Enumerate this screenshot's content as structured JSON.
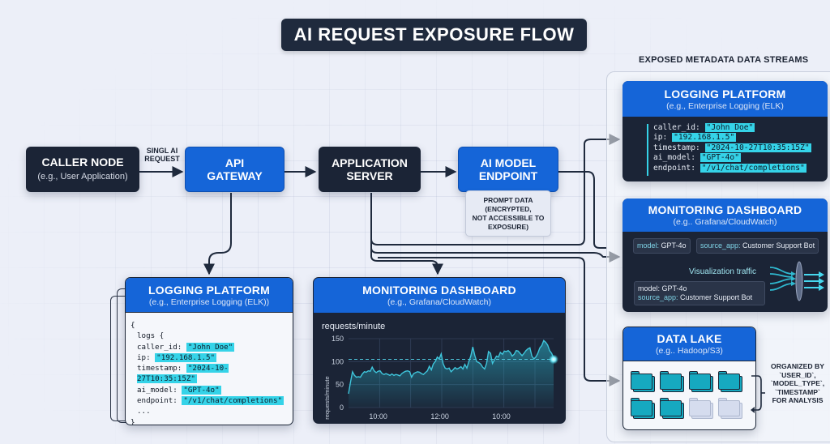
{
  "title": "AI REQUEST EXPOSURE FLOW",
  "flow": {
    "caller": {
      "title": "CALLER NODE",
      "subtitle": "(e.g., User Application)"
    },
    "edge_label": [
      "SINGL AI",
      "REQUEST"
    ],
    "gateway": {
      "line1": "API",
      "line2": "GATEWAY"
    },
    "app_server": {
      "line1": "APPLICATION",
      "line2": "SERVER"
    },
    "model_endpoint": {
      "line1": "AI MODEL",
      "line2": "ENDPOINT"
    },
    "prompt_note": [
      "PROMPT DATA",
      "(ENCRYPTED,",
      "NOT ACCESSIBLE TO",
      "EXPOSURE)"
    ]
  },
  "logging_left": {
    "title": "LOGGING PLATFORM",
    "subtitle": "(e.g., Enterprise Logging (ELK))",
    "open_brace": "{",
    "logs_open": "logs {",
    "fields": [
      {
        "key": "caller_id:",
        "value": "\"John Doe\""
      },
      {
        "key": "ip:",
        "value": "\"192.168.1.5\""
      },
      {
        "key": "timestamp:",
        "value": "\"2024-10-27T10:35:15Z\""
      },
      {
        "key": "ai_model:",
        "value": "\"GPT-4o\""
      },
      {
        "key": "endpoint:",
        "value": "\"/v1/chat/completions\""
      }
    ],
    "ellipsis": "...",
    "close_brace": "}"
  },
  "monitoring_center": {
    "title": "MONITORING DASHBOARD",
    "subtitle": "(e.g., Grafana/CloudWatch)"
  },
  "chart_data": {
    "type": "line",
    "title": "requests/minute",
    "ylabel": "requests/minute",
    "xlabel": "",
    "ylim": [
      0,
      150
    ],
    "yticks": [
      0,
      50,
      100,
      150
    ],
    "xtick_labels": [
      "10:00",
      "12:00",
      "10:00"
    ],
    "xtick_positions": [
      0.145,
      0.445,
      0.745
    ],
    "threshold": 105,
    "grid": true,
    "series": [
      {
        "name": "requests/minute",
        "values": [
          30,
          55,
          78,
          70,
          66,
          67,
          66,
          73,
          78,
          77,
          80,
          79,
          88,
          80,
          76,
          79,
          80,
          74,
          72,
          74,
          72,
          70,
          73,
          70,
          72,
          71,
          69,
          74,
          77,
          79,
          80,
          78,
          66,
          74,
          76,
          78,
          77,
          74,
          72,
          76,
          80,
          90,
          82,
          95,
          100,
          110,
          106,
          117,
          95,
          86,
          84,
          86,
          78,
          82,
          87,
          84,
          86,
          89,
          84,
          94,
          86,
          100,
          112,
          132,
          114,
          100,
          98,
          95,
          88,
          84,
          96,
          122,
          118,
          96,
          104,
          112,
          110,
          120,
          116,
          123,
          122,
          124,
          120,
          112,
          116,
          124,
          123,
          118,
          113,
          118,
          124,
          128,
          130,
          112,
          106,
          110,
          118,
          130,
          135,
          146,
          142,
          136,
          124,
          118,
          108
        ]
      }
    ]
  },
  "streams": {
    "title": "EXPOSED METADATA DATA STREAMS",
    "logging": {
      "title": "LOGGING PLATFORM",
      "subtitle": "(e.g., Enterprise Logging (ELK)",
      "fields": [
        {
          "key": "caller_id:",
          "value": "\"John Doe\""
        },
        {
          "key": "ip:",
          "value": "\"192.168.1.5\""
        },
        {
          "key": "timestamp:",
          "value": "\"2024-10-27T10:35:15Z\""
        },
        {
          "key": "ai_model:",
          "value": "\"GPT-4o\""
        },
        {
          "key": "endpoint:",
          "value": "\"/v1/chat/completions\""
        }
      ]
    },
    "monitoring": {
      "title": "MONITORING DASHBOARD",
      "subtitle": "(e.g.. Grafana/CloudWatch)",
      "chip_model": {
        "key": "model:",
        "value": " GPT-4o"
      },
      "chip_source": {
        "key": "source_app:",
        "value": " Customer Support Bot"
      },
      "viz_label": "Visualization traffic",
      "viz_model": {
        "key": "model:",
        "value": " GPT-4o"
      },
      "viz_source": {
        "key": "source_app:",
        "value": " Customer Support Bot"
      }
    },
    "data_lake": {
      "title": "DATA LAKE",
      "subtitle": "(e.g.. Hadoop/S3)",
      "folders": [
        "full",
        "full",
        "full",
        "full",
        "full",
        "full",
        "empty",
        "empty"
      ],
      "note": [
        "ORGANIZED BY",
        "`USER_ID`,",
        "`MODEL_TYPE`,",
        "`TIMESTAMP`",
        "FOR ANALYSIS"
      ]
    }
  },
  "colors": {
    "dark_node": "#1b2436",
    "blue_node": "#1565d8",
    "highlight": "#35d3e8",
    "wire": "#1f2a3d",
    "line": "#3fc6dc"
  }
}
